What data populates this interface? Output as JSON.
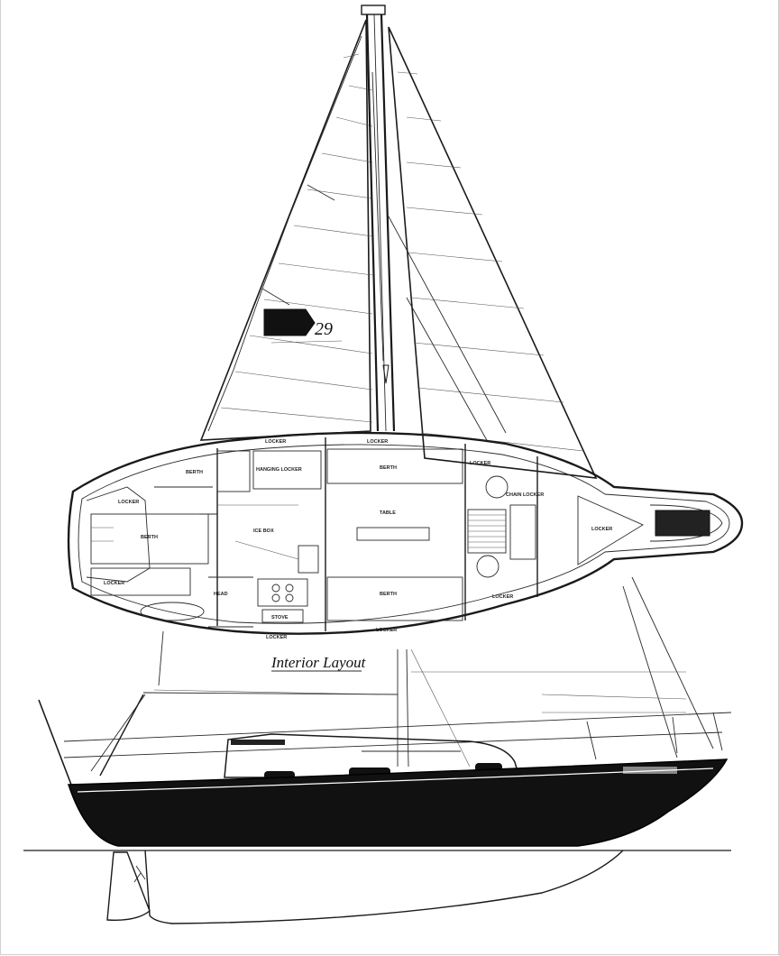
{
  "sail_insignia": {
    "model_number": "29"
  },
  "interior": {
    "title": "Interior Layout",
    "labels": {
      "locker_top_left": "LOCKER",
      "locker_top_right": "LOCKER",
      "locker_mid_right": "LOCKER",
      "locker_bottom_left": "LOCKER",
      "locker_bottom_mid": "LOCKER",
      "locker_bottom_right": "LOCKER",
      "locker_aft_left": "LOCKER",
      "locker_aft_left_2": "LOCKER",
      "locker_fwd": "LOCKER",
      "berth_starboard": "BERTH",
      "berth_port": "BERTH",
      "berth_aft": "BERTH",
      "berth_quarter": "BERTH",
      "head": "HEAD",
      "table": "TABLE",
      "stove": "STOVE",
      "icebox": "ICE BOX",
      "chain_locker": "CHAIN LOCKER",
      "hanging_locker": "HANGING LOCKER"
    }
  },
  "colors": {
    "ink": "#1a1a1a",
    "hull": "#111111",
    "paper": "#ffffff"
  },
  "icons": {
    "mast": "mast-shape",
    "mainsail": "mainsail-shape",
    "jib": "jib-shape",
    "hull": "hull-shape",
    "keel": "keel-shape",
    "rudder": "rudder-shape",
    "deck_plan": "deck-plan-shape"
  }
}
